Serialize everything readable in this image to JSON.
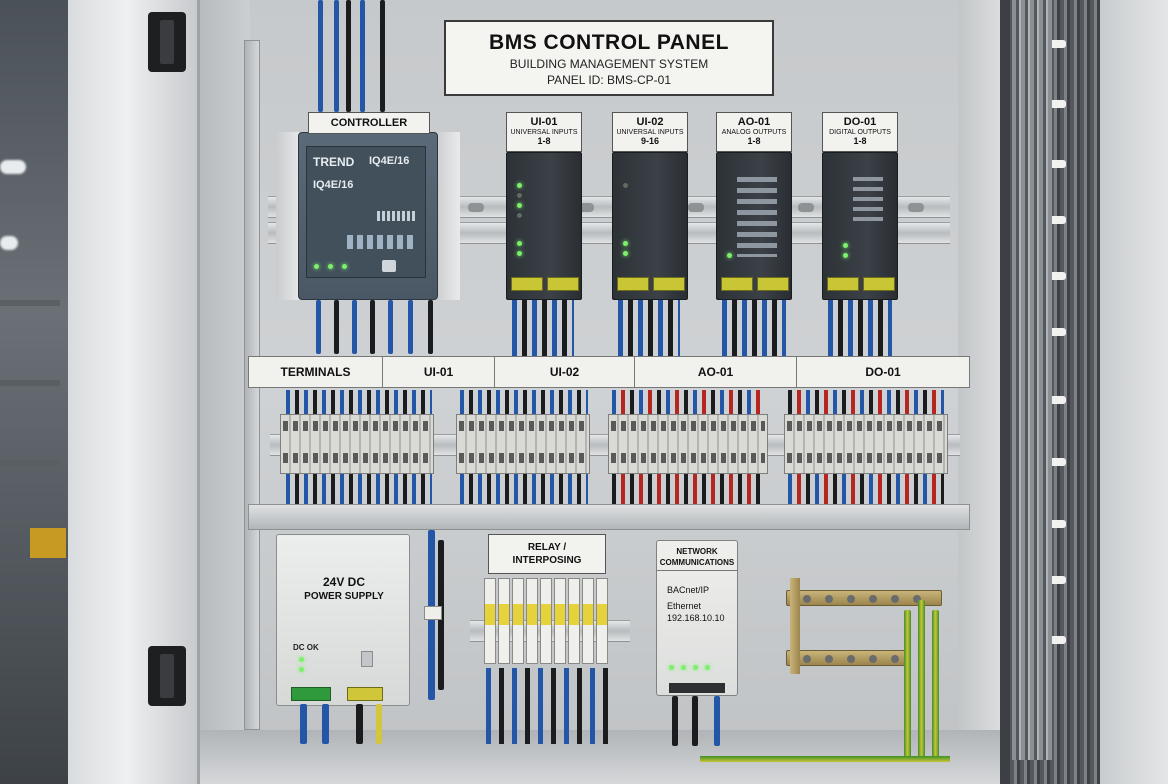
{
  "title_plate": {
    "title": "BMS CONTROL PANEL",
    "subtitle": "BUILDING MANAGEMENT SYSTEM",
    "panel_id": "PANEL ID: BMS-CP-01"
  },
  "controller": {
    "label": "CONTROLLER",
    "brand": "TREND",
    "model_a": "IQ4E/16",
    "model_b": "IQ4E/16"
  },
  "io_modules": [
    {
      "code": "UI-01",
      "desc": "UNIVERSAL INPUTS",
      "range": "1-8"
    },
    {
      "code": "UI-02",
      "desc": "UNIVERSAL INPUTS",
      "range": "9-16"
    },
    {
      "code": "AO-01",
      "desc": "ANALOG OUTPUTS",
      "range": "1-8"
    },
    {
      "code": "DO-01",
      "desc": "DIGITAL OUTPUTS",
      "range": "1-8"
    }
  ],
  "label_strip": [
    "TERMINALS",
    "UI-01",
    "UI-02",
    "AO-01",
    "DO-01"
  ],
  "power_supply": {
    "line1": "24V DC",
    "line2": "POWER SUPPLY",
    "status": "DC OK"
  },
  "relay": {
    "line1": "RELAY /",
    "line2": "INTERPOSING"
  },
  "network": {
    "line1": "NETWORK",
    "line2": "COMMUNICATIONS",
    "protocol": "BACnet/IP",
    "medium": "Ethernet",
    "ip": "192.168.10.10"
  },
  "colors": {
    "terminal_yellow": "#c9c636",
    "status_led_green": "#7cf06a",
    "wire_blue": "#2456a8",
    "wire_red": "#b52620"
  }
}
